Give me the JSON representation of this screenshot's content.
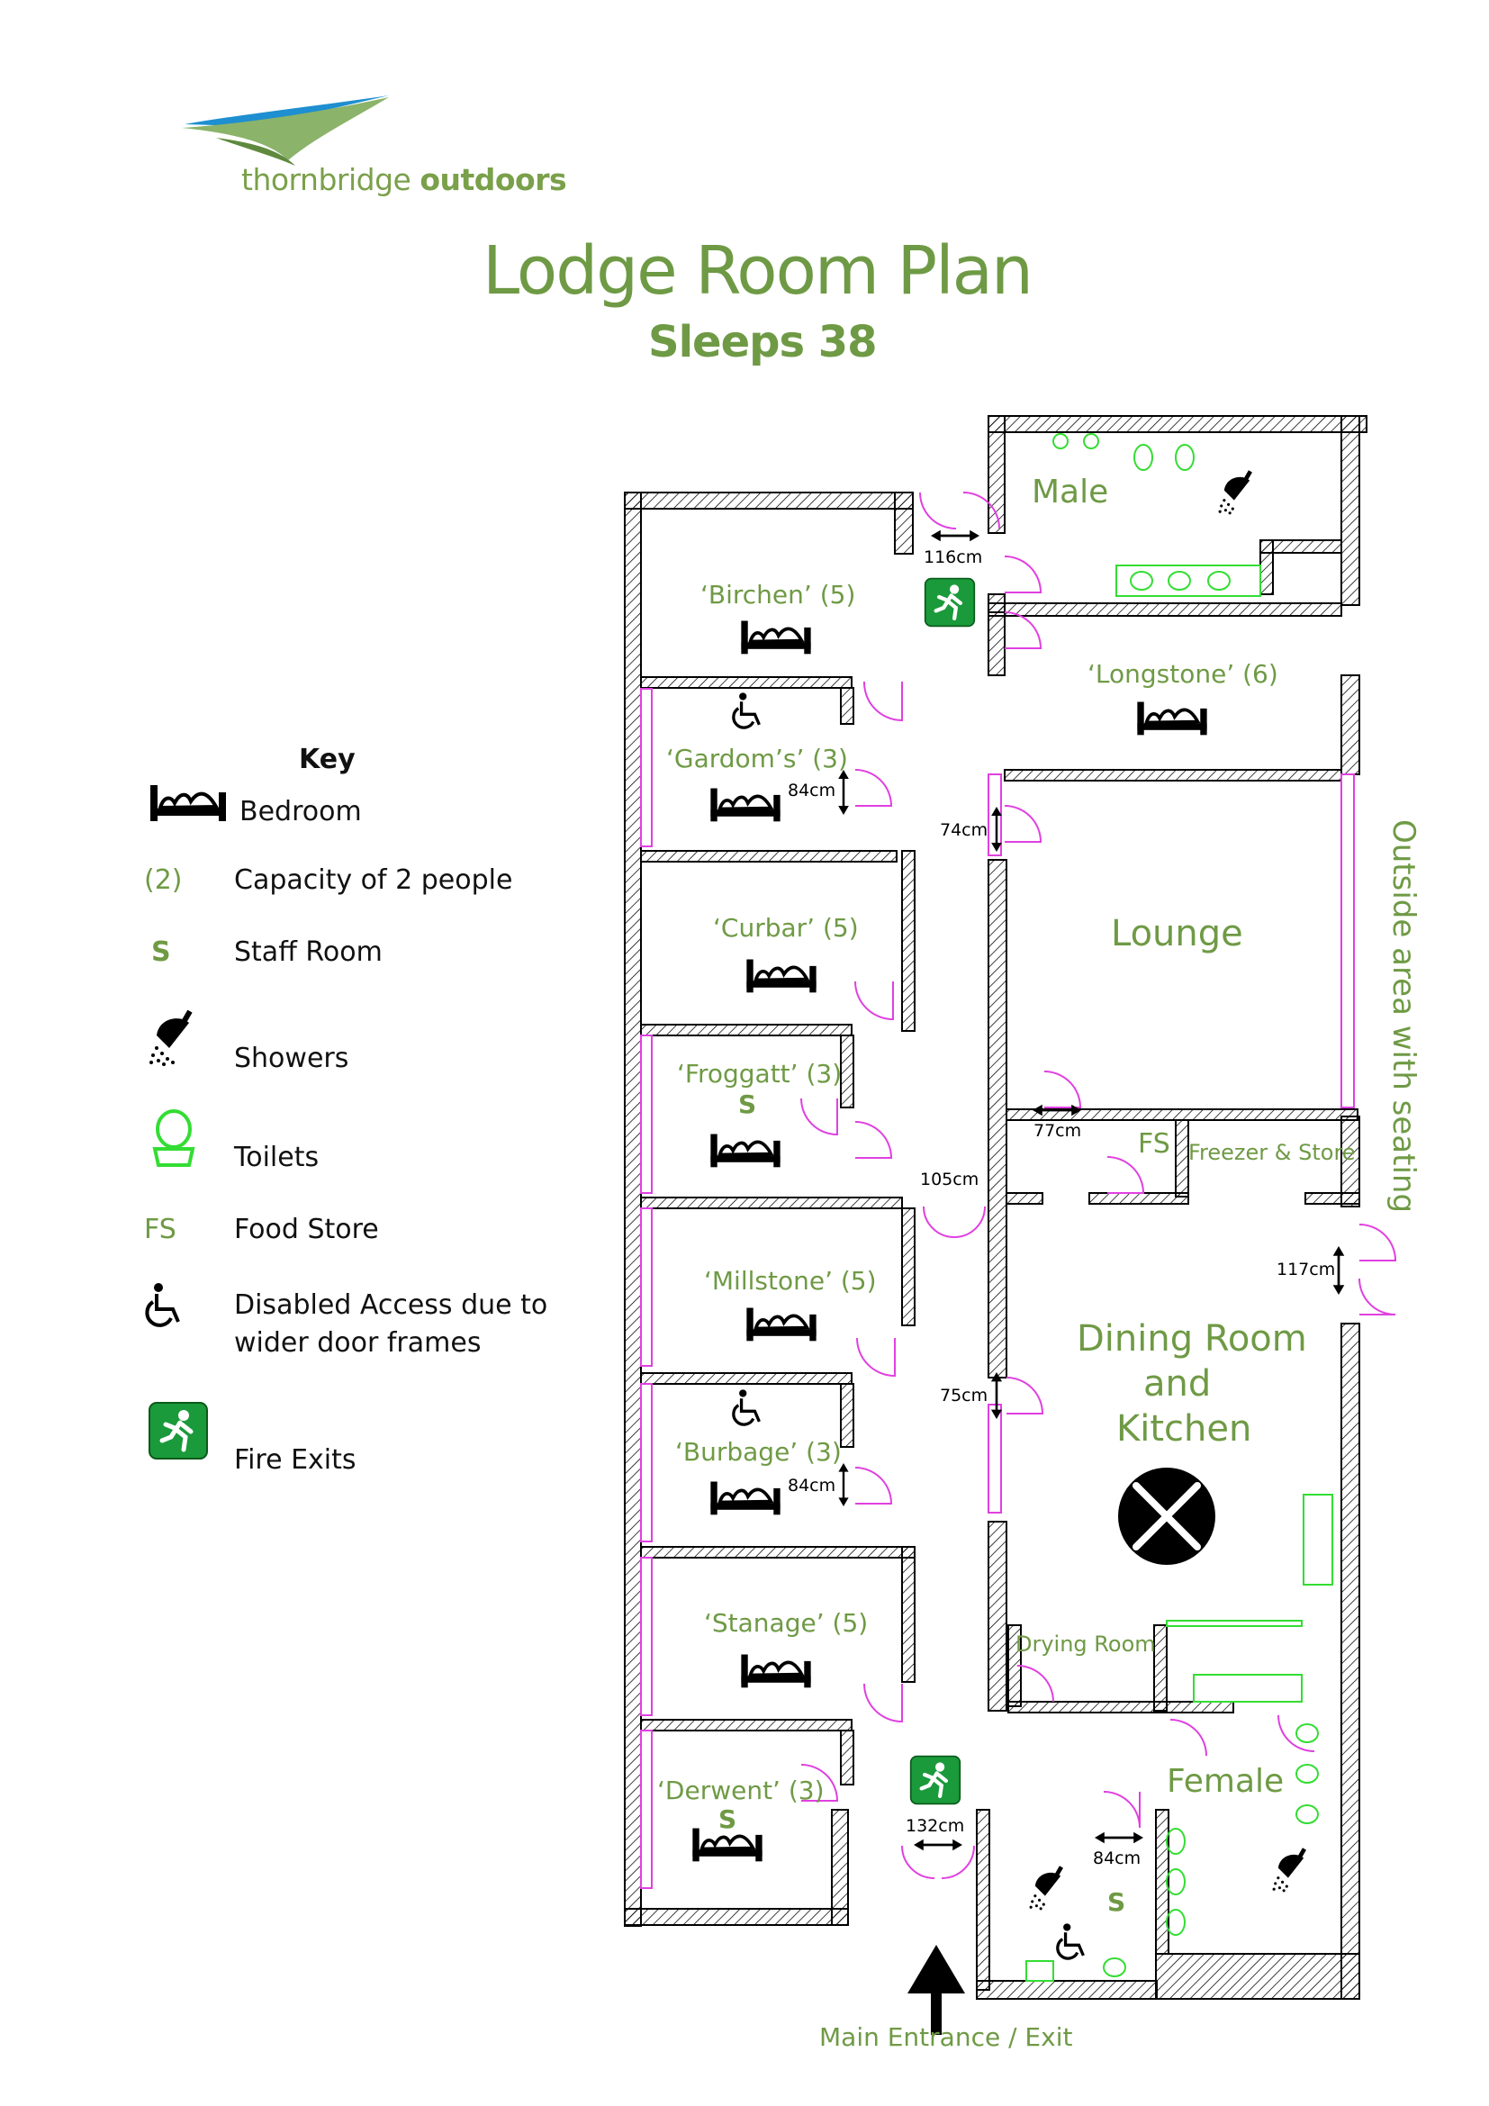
{
  "brand": {
    "name_light": "thornbridge",
    "name_bold": "outdoors"
  },
  "title": "Lodge Room Plan",
  "subtitle": "Sleeps 38",
  "key": {
    "heading": "Key",
    "items": [
      {
        "icon": "bed-icon",
        "symbol": "",
        "label": "Bedroom"
      },
      {
        "icon": "",
        "symbol": "(2)",
        "label": "Capacity of 2 people"
      },
      {
        "icon": "",
        "symbol": "S",
        "label": "Staff Room"
      },
      {
        "icon": "shower-icon",
        "symbol": "",
        "label": "Showers"
      },
      {
        "icon": "toilet-icon",
        "symbol": "",
        "label": "Toilets"
      },
      {
        "icon": "",
        "symbol": "FS",
        "label": "Food Store"
      },
      {
        "icon": "wheelchair-icon",
        "symbol": "",
        "label": "Disabled Access due to",
        "label2": "wider door frames"
      },
      {
        "icon": "fire-exit-icon",
        "symbol": "",
        "label": "Fire Exits"
      }
    ]
  },
  "rooms": {
    "birchen": "‘Birchen’ (5)",
    "gardoms": "‘Gardom’s’ (3)",
    "curbar": "‘Curbar’ (5)",
    "froggatt": "‘Froggatt’ (3)",
    "millstone": "‘Millstone’ (5)",
    "burbage": "‘Burbage’ (3)",
    "stanage": "‘Stanage’ (5)",
    "derwent": "‘Derwent’ (3)",
    "longstone": "‘Longstone’ (6)",
    "male": "Male",
    "female": "Female",
    "lounge": "Lounge",
    "fs": "FS",
    "freezer": "Freezer & Store",
    "dining1": "Dining Room",
    "dining2": "and",
    "dining3": "Kitchen",
    "drying": "Drying Room",
    "staff_s": "S"
  },
  "measurements": {
    "m116": "116cm",
    "m84a": "84cm",
    "m74": "74cm",
    "m77": "77cm",
    "m105": "105cm",
    "m117": "117cm",
    "m75": "75cm",
    "m84b": "84cm",
    "m132": "132cm",
    "m84c": "84cm"
  },
  "outside": "Outside area with seating",
  "entrance": "Main Entrance / Exit",
  "colors": {
    "brand_green": "#6f9a45",
    "fire_exit_green": "#1a9a3a",
    "fixture_green": "#33dd33",
    "door_magenta": "#e040e0"
  }
}
